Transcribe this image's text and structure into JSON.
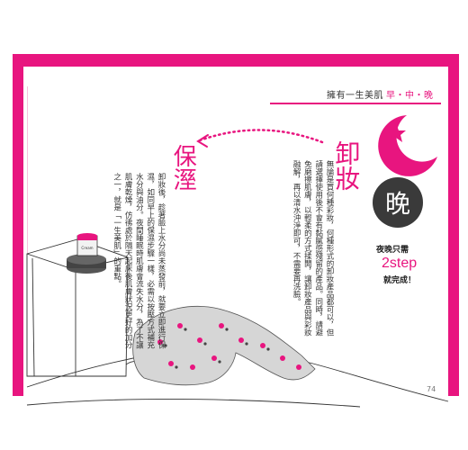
{
  "header": {
    "text": "擁有一生美肌",
    "accent": "早・中・晚"
  },
  "badge": {
    "label": "晚"
  },
  "titles": {
    "makeup_removal": "卸妝",
    "moisturize": "保溼"
  },
  "summary": {
    "night_only": "夜晚只需",
    "steps": "2step",
    "done": "就完成！"
  },
  "body": {
    "makeup_removal": "無論是買何種彩妝，何種形式的卸妝產品都可以，但請選擇使用後不會有黏膩感殘留的產品。同時，請避免磨擦肌膚，以輕柔的方式揉開，讓卸妝產品與彩妝融解，再以清水沖淨即可，不需要再洗臉。",
    "moisturize": "卸妝後，趁著臉上水分尚未蒸發前，就要立即進行保濕，如同早上的保濕步驟一樣，必需以按壓方式補充水分與油分。夜間睡眠時肌膚會流失水分，為了不讓肌膚乾燥，仿彿處於隔天起床後肌膚狀況更好的加分之一，就是「一生美肌」的重點。"
  },
  "product": {
    "jar_label": "Cream"
  },
  "page_number": "74",
  "colors": {
    "accent": "#e8157f",
    "badge": "#3a3a3a",
    "text": "#333333"
  },
  "icons": [
    "moon-star-icon",
    "dotted-arrow-icon"
  ]
}
